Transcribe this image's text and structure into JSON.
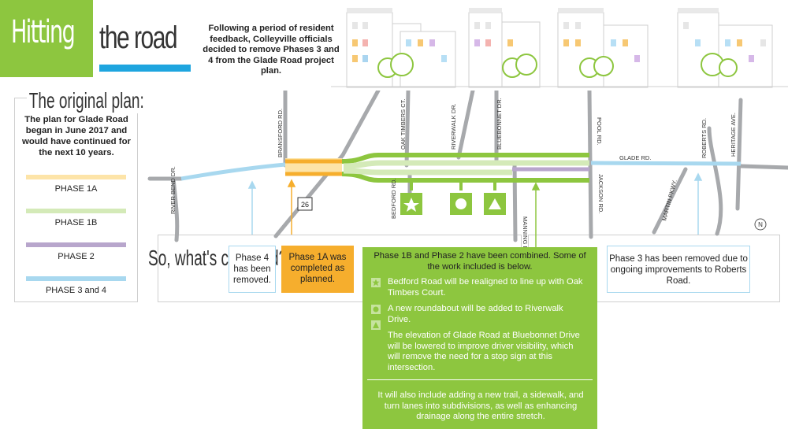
{
  "title": {
    "word1": "Hitting",
    "word2": "the road"
  },
  "intro": "Following a period of resident feedback, Colleyville officials decided to remove Phases 3 and 4 from the Glade Road project plan.",
  "original_plan": {
    "heading": "The original plan:",
    "text": "The plan for Glade Road began in June 2017 and would have continued for the next 10 years.",
    "legend": [
      {
        "label": "PHASE 1A",
        "color": "#fde4a8"
      },
      {
        "label": "PHASE 1B",
        "color": "#d4eab8"
      },
      {
        "label": "PHASE 2",
        "color": "#b8a6cc"
      },
      {
        "label": "PHASE 3 and 4",
        "color": "#a8d8ef"
      }
    ]
  },
  "colors": {
    "green": "#8dc63f",
    "orange": "#f6ae2d",
    "blue": "#1ea5df",
    "light_blue": "#a8d8ef",
    "purple": "#b8a6cc",
    "gray": "#a7a9ac"
  },
  "map": {
    "glade_label": "GLADE RD.",
    "highway_shield": "26",
    "north": "N",
    "streets": {
      "river_bend": "RIVER BEND DR.",
      "bransford": "BRANSFORD RD.",
      "oak_timbers": "OAK TIMBERS CT.",
      "riverwalk": "RIVERWALK DR.",
      "bluebonnet": "BLUEBONNET DR.",
      "bedford": "BEDFORD RD.",
      "manning": "MANNING DR.",
      "pool": "POOL RD.",
      "jackson": "JACKSON RD.",
      "martin": "MARTIN PKWY.",
      "roberts": "ROBERTS RD.",
      "heritage": "HERITAGE AVE."
    }
  },
  "changes": {
    "heading": "So, what's changed?",
    "phase4": "Phase 4 has been removed.",
    "phase1a": "Phase 1A was completed as planned.",
    "phase3": "Phase 3 has been removed due to ongoing improvements to Roberts Road.",
    "combined_heading": "Phase 1B and Phase 2 have been combined. Some of the work included is below.",
    "items": [
      {
        "icon": "star",
        "text": "Bedford Road will be realigned to line up with Oak Timbers Court."
      },
      {
        "icon": "circle",
        "text": "A new roundabout will be added to Riverwalk Drive."
      },
      {
        "icon": "triangle",
        "text": "The elevation of Glade Road at Bluebonnet Drive will be lowered to improve driver visibility, which will remove the need for a stop sign at this intersection."
      }
    ],
    "footer": "It will also include adding a new trail, a sidewalk, and turn lanes into subdivisions, as well as enhancing drainage along the entire stretch."
  }
}
